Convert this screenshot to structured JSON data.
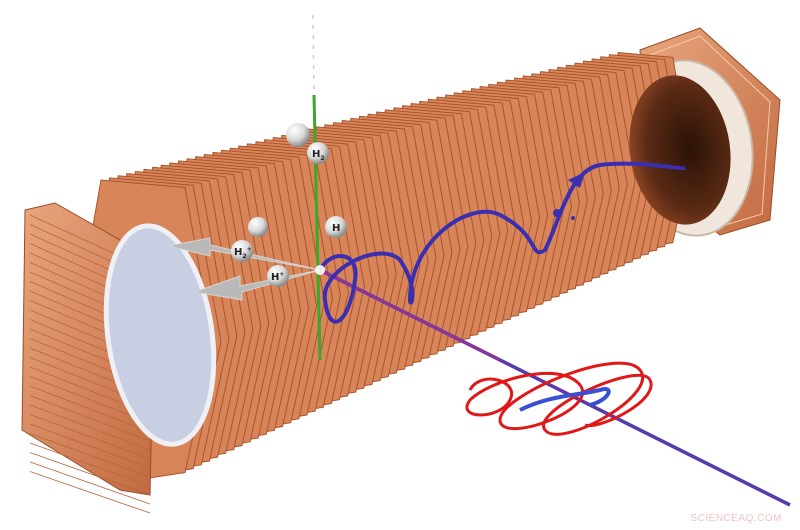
{
  "diagram": {
    "molecules": [
      {
        "id": "h2",
        "label": "H",
        "subscript": "2",
        "superscript": ""
      },
      {
        "id": "h2plus",
        "label": "H",
        "subscript": "2",
        "superscript": "+"
      },
      {
        "id": "h",
        "label": "H",
        "subscript": "",
        "superscript": ""
      },
      {
        "id": "hplus",
        "label": "H",
        "subscript": "",
        "superscript": "+"
      }
    ],
    "colors": {
      "fin": "#d9855a",
      "fin_edge": "#a9542e",
      "electron_path": "#3a2fb0",
      "laser_pulse": "#e01818",
      "laser_beam": "#5a3aa8",
      "field_line": "#3aa82a"
    }
  },
  "watermark": "SCIENCEAQ.COM"
}
